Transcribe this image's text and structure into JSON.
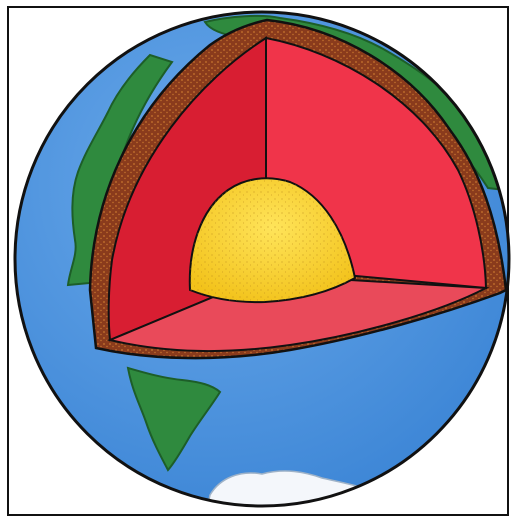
{
  "diagram": {
    "colors": {
      "ocean": "#3d86d6",
      "ocean_highlight": "#6aa9ea",
      "land": "#2f8a3e",
      "land_edge": "#1d5e28",
      "ice": "#f4f7fb",
      "crust": "#8a3b1c",
      "crust_speckle": "#c7752f",
      "mantle_light": "#f0344a",
      "mantle_dark": "#d81e32",
      "mantle_floor": "#e94a5a",
      "core_outer": "#f2c21a",
      "core_inner": "#ffe45a",
      "outline": "#111111",
      "frame_border": "#111111"
    },
    "layers": [
      "crust",
      "mantle",
      "core"
    ],
    "icons": {
      "globe": "globe-icon"
    }
  }
}
